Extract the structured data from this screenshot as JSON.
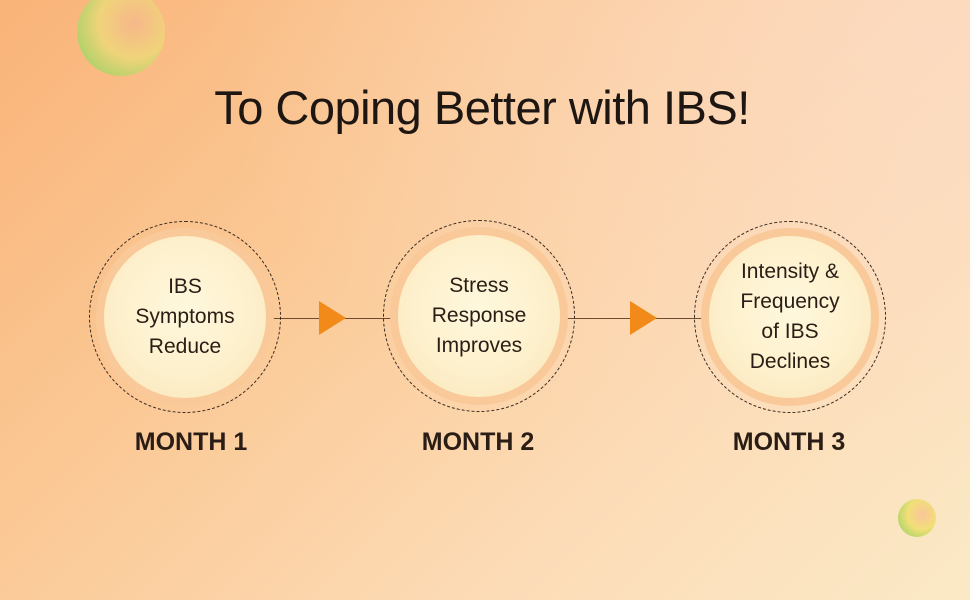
{
  "title": "To Coping Better with IBS!",
  "colors": {
    "arrow": "#f28a19",
    "circle_fill": "#fdf0cc",
    "circle_halo": "#f9c999",
    "text": "#2a1d15"
  },
  "icons": [
    "arrow-right-triangle-icon",
    "decorative-bubble-icon"
  ],
  "steps": [
    {
      "lines": [
        "IBS",
        "Symptoms",
        "Reduce"
      ],
      "month": "MONTH 1"
    },
    {
      "lines": [
        "Stress",
        "Response",
        "Improves"
      ],
      "month": "MONTH 2"
    },
    {
      "lines": [
        "Intensity &",
        "Frequency",
        "of IBS",
        "Declines"
      ],
      "month": "MONTH 3"
    }
  ]
}
